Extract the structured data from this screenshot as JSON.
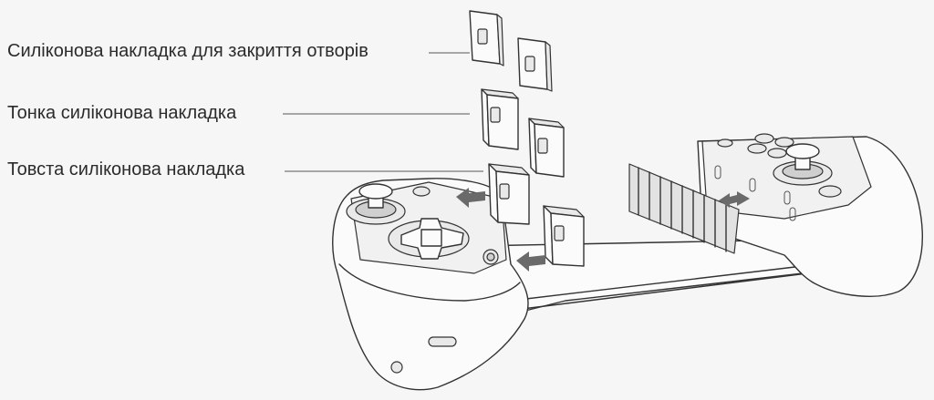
{
  "labels": {
    "hole_cover_pad": "Силіконова накладка для закриття отворів",
    "thin_pad": "Тонка силіконова накладка",
    "thick_pad": "Товста силіконова накладка"
  },
  "colors": {
    "background": "#f6f6f6",
    "line": "#333333",
    "arrow": "#6a6a6a"
  }
}
